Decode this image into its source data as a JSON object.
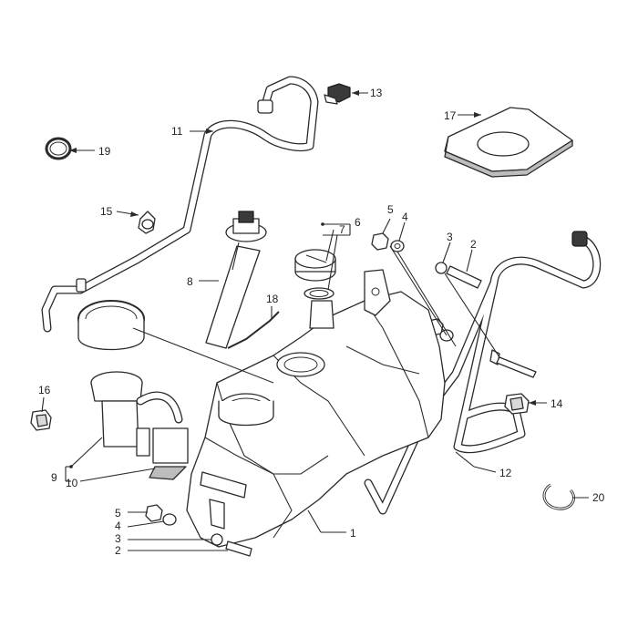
{
  "callouts": [
    {
      "id": "c1",
      "text": "1"
    },
    {
      "id": "c2a",
      "text": "2"
    },
    {
      "id": "c2b",
      "text": "2"
    },
    {
      "id": "c3a",
      "text": "3"
    },
    {
      "id": "c3b",
      "text": "3"
    },
    {
      "id": "c4a",
      "text": "4"
    },
    {
      "id": "c4b",
      "text": "4"
    },
    {
      "id": "c5a",
      "text": "5"
    },
    {
      "id": "c5b",
      "text": "5"
    },
    {
      "id": "c6",
      "text": "6"
    },
    {
      "id": "c7",
      "text": "7"
    },
    {
      "id": "c8",
      "text": "8"
    },
    {
      "id": "c9",
      "text": "9"
    },
    {
      "id": "c10",
      "text": "10"
    },
    {
      "id": "c11",
      "text": "11"
    },
    {
      "id": "c12",
      "text": "12"
    },
    {
      "id": "c13",
      "text": "13"
    },
    {
      "id": "c14",
      "text": "14"
    },
    {
      "id": "c15",
      "text": "15"
    },
    {
      "id": "c16",
      "text": "16"
    },
    {
      "id": "c17",
      "text": "17"
    },
    {
      "id": "c18",
      "text": "18"
    },
    {
      "id": "c19",
      "text": "19"
    },
    {
      "id": "c20",
      "text": "20"
    }
  ]
}
